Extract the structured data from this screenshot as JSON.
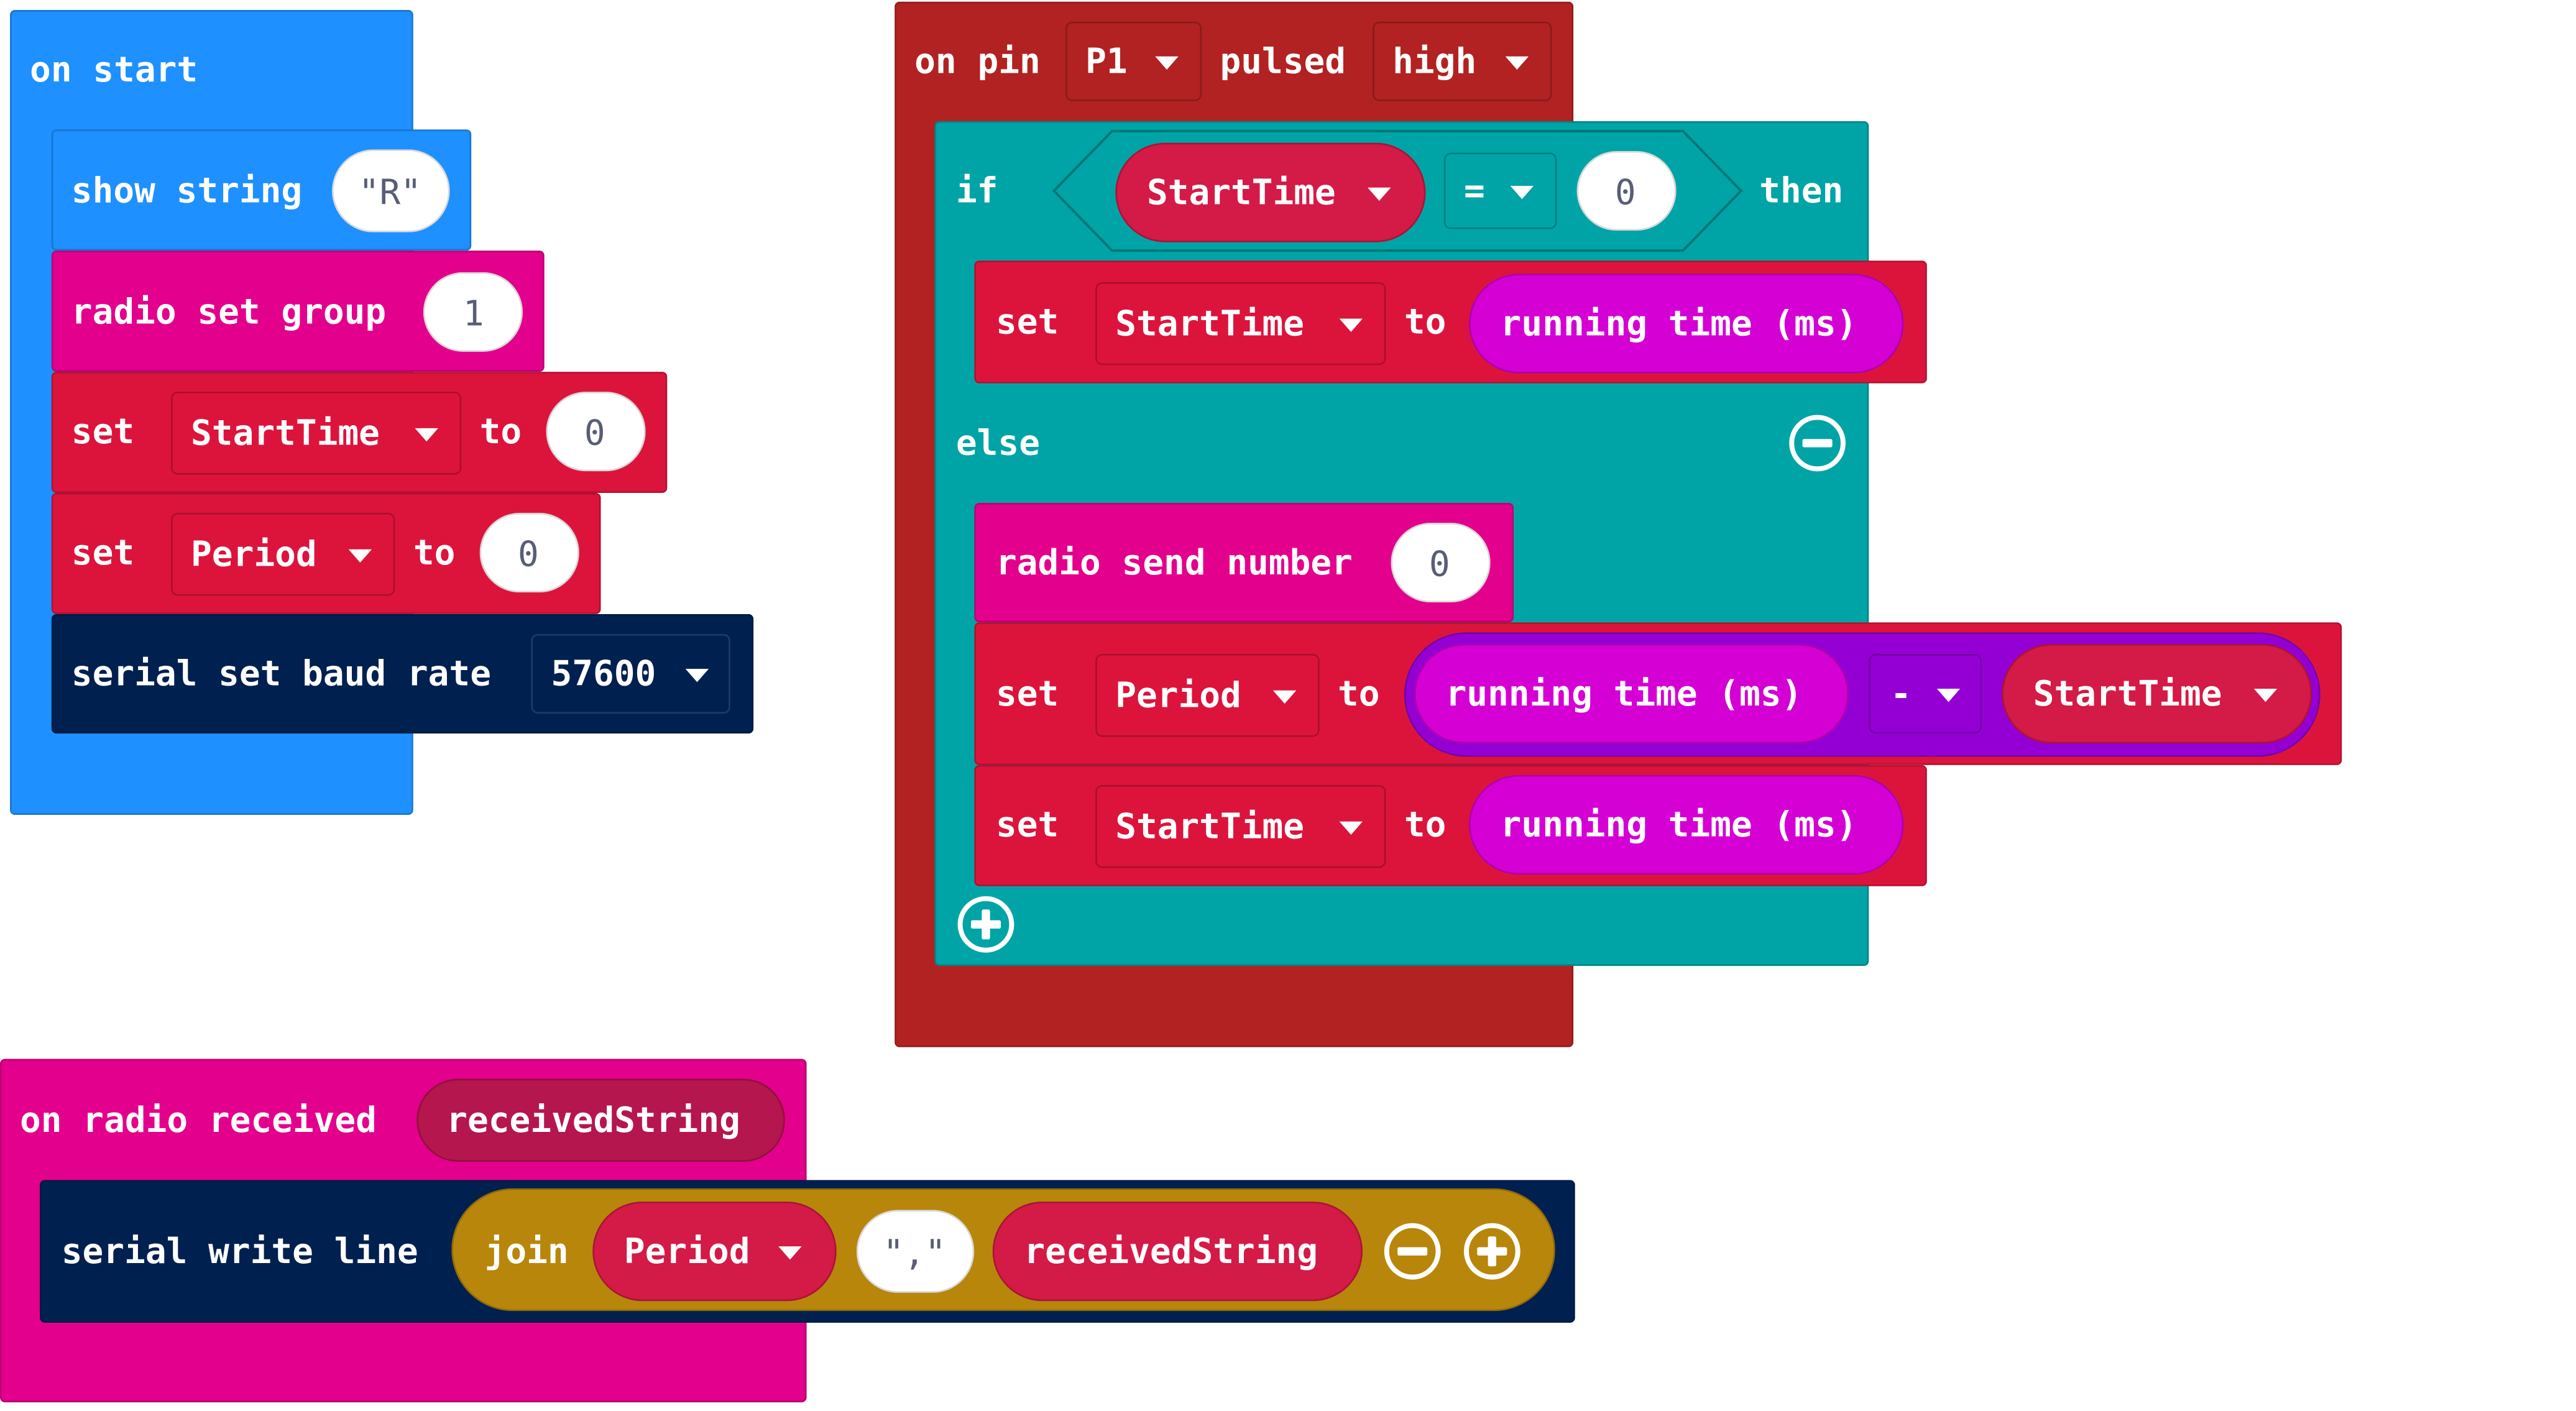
{
  "colors": {
    "basic": "#1e90ff",
    "radio": "#e3008c",
    "variables": "#dc143c",
    "variable_reporter": "#d41a46",
    "serial": "#002050",
    "logic": "#00a4a6",
    "pins": "#b22222",
    "math": "#9400d3",
    "text": "#b8860b",
    "control_reporter": "#d400d4"
  },
  "on_start": {
    "header": "on start",
    "show_string": {
      "label": "show string",
      "value": "\"R\""
    },
    "radio_set_group": {
      "label": "radio set group",
      "value": "1"
    },
    "set_starttime": {
      "set": "set",
      "variable": "StartTime",
      "to": "to",
      "value": "0"
    },
    "set_period": {
      "set": "set",
      "variable": "Period",
      "to": "to",
      "value": "0"
    },
    "serial_baud": {
      "label": "serial set baud rate",
      "value": "57600"
    }
  },
  "on_pin": {
    "prefix": "on pin",
    "pin": "P1",
    "pulsed": "pulsed",
    "level": "high",
    "if_block": {
      "if": "if",
      "then": "then",
      "else": "else",
      "condition": {
        "left": "StartTime",
        "operator": "=",
        "right": "0"
      },
      "then_set": {
        "set": "set",
        "variable": "StartTime",
        "to": "to",
        "value": "running time (ms)"
      },
      "radio_send": {
        "label": "radio send number",
        "value": "0"
      },
      "set_period": {
        "set": "set",
        "variable": "Period",
        "to": "to",
        "left": "running time (ms)",
        "operator": "-",
        "right": "StartTime"
      },
      "set_starttime": {
        "set": "set",
        "variable": "StartTime",
        "to": "to",
        "value": "running time (ms)"
      },
      "remove_icon": "minus-circle-icon",
      "add_icon": "plus-circle-icon"
    }
  },
  "on_radio": {
    "header": "on radio received",
    "parameter": "receivedString",
    "serial_write": {
      "label": "serial write line",
      "join": "join",
      "item1": "Period",
      "item2": "\",\"",
      "item3": "receivedString",
      "remove_icon": "minus-circle-icon",
      "add_icon": "plus-circle-icon"
    }
  }
}
